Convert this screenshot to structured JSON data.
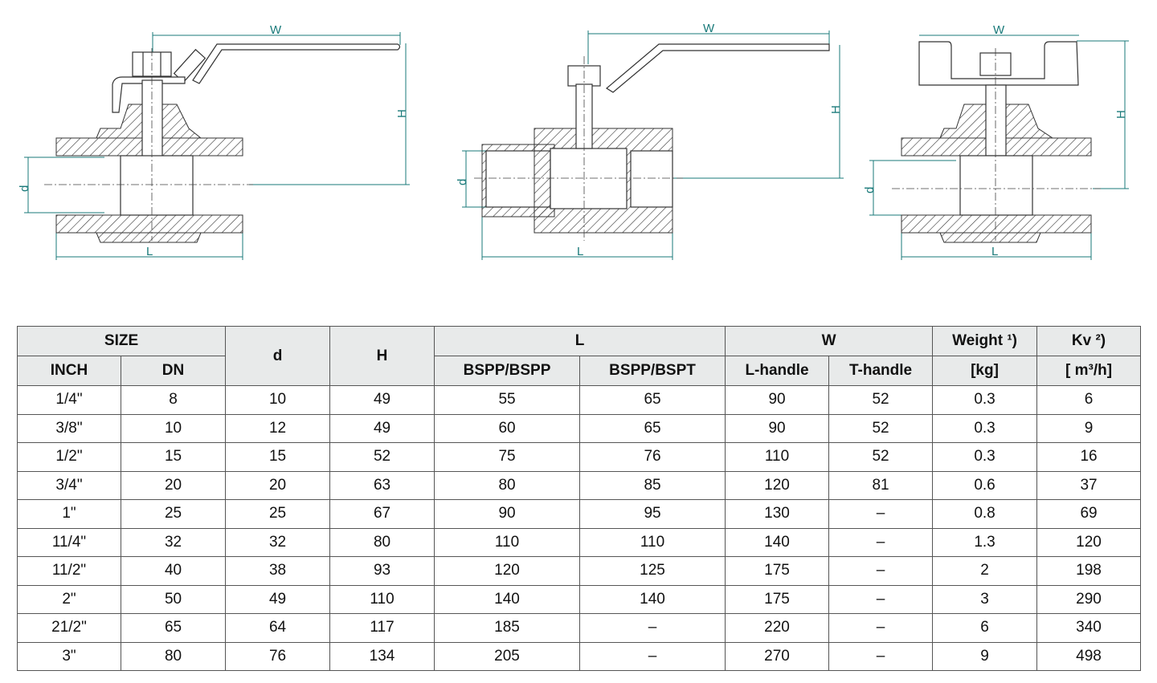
{
  "drawings": [
    {
      "name": "l-handle-valve-bspp",
      "labels": {
        "width": "W",
        "height": "H",
        "bore": "d",
        "length": "L"
      }
    },
    {
      "name": "l-handle-valve-bspt",
      "labels": {
        "width": "W",
        "height": "H",
        "bore": "d",
        "length": "L"
      }
    },
    {
      "name": "t-handle-valve",
      "labels": {
        "width": "W",
        "height": "H",
        "bore": "d",
        "length": "L"
      }
    }
  ],
  "table": {
    "header_groups": {
      "size": "SIZE",
      "d": "d",
      "h": "H",
      "l": "L",
      "w": "W",
      "weight": "Weight  ¹)",
      "kv": "Kv ²)"
    },
    "sub_headers": {
      "inch": "INCH",
      "dn": "DN",
      "l_bspp": "BSPP/BSPP",
      "l_bspt": "BSPP/BSPT",
      "w_l": "L-handle",
      "w_t": "T-handle",
      "weight_unit": "[kg]",
      "kv_unit": "[ m³/h]"
    },
    "rows": [
      [
        "1/4\"",
        "8",
        "10",
        "49",
        "55",
        "65",
        "90",
        "52",
        "0.3",
        "6"
      ],
      [
        "3/8\"",
        "10",
        "12",
        "49",
        "60",
        "65",
        "90",
        "52",
        "0.3",
        "9"
      ],
      [
        "1/2\"",
        "15",
        "15",
        "52",
        "75",
        "76",
        "110",
        "52",
        "0.3",
        "16"
      ],
      [
        "3/4\"",
        "20",
        "20",
        "63",
        "80",
        "85",
        "120",
        "81",
        "0.6",
        "37"
      ],
      [
        "1\"",
        "25",
        "25",
        "67",
        "90",
        "95",
        "130",
        "–",
        "0.8",
        "69"
      ],
      [
        "11/4\"",
        "32",
        "32",
        "80",
        "110",
        "110",
        "140",
        "–",
        "1.3",
        "120"
      ],
      [
        "11/2\"",
        "40",
        "38",
        "93",
        "120",
        "125",
        "175",
        "–",
        "2",
        "198"
      ],
      [
        "2\"",
        "50",
        "49",
        "110",
        "140",
        "140",
        "175",
        "–",
        "3",
        "290"
      ],
      [
        "21/2\"",
        "65",
        "64",
        "117",
        "185",
        "–",
        "220",
        "–",
        "6",
        "340"
      ],
      [
        "3\"",
        "80",
        "76",
        "134",
        "205",
        "–",
        "270",
        "–",
        "9",
        "498"
      ]
    ]
  }
}
